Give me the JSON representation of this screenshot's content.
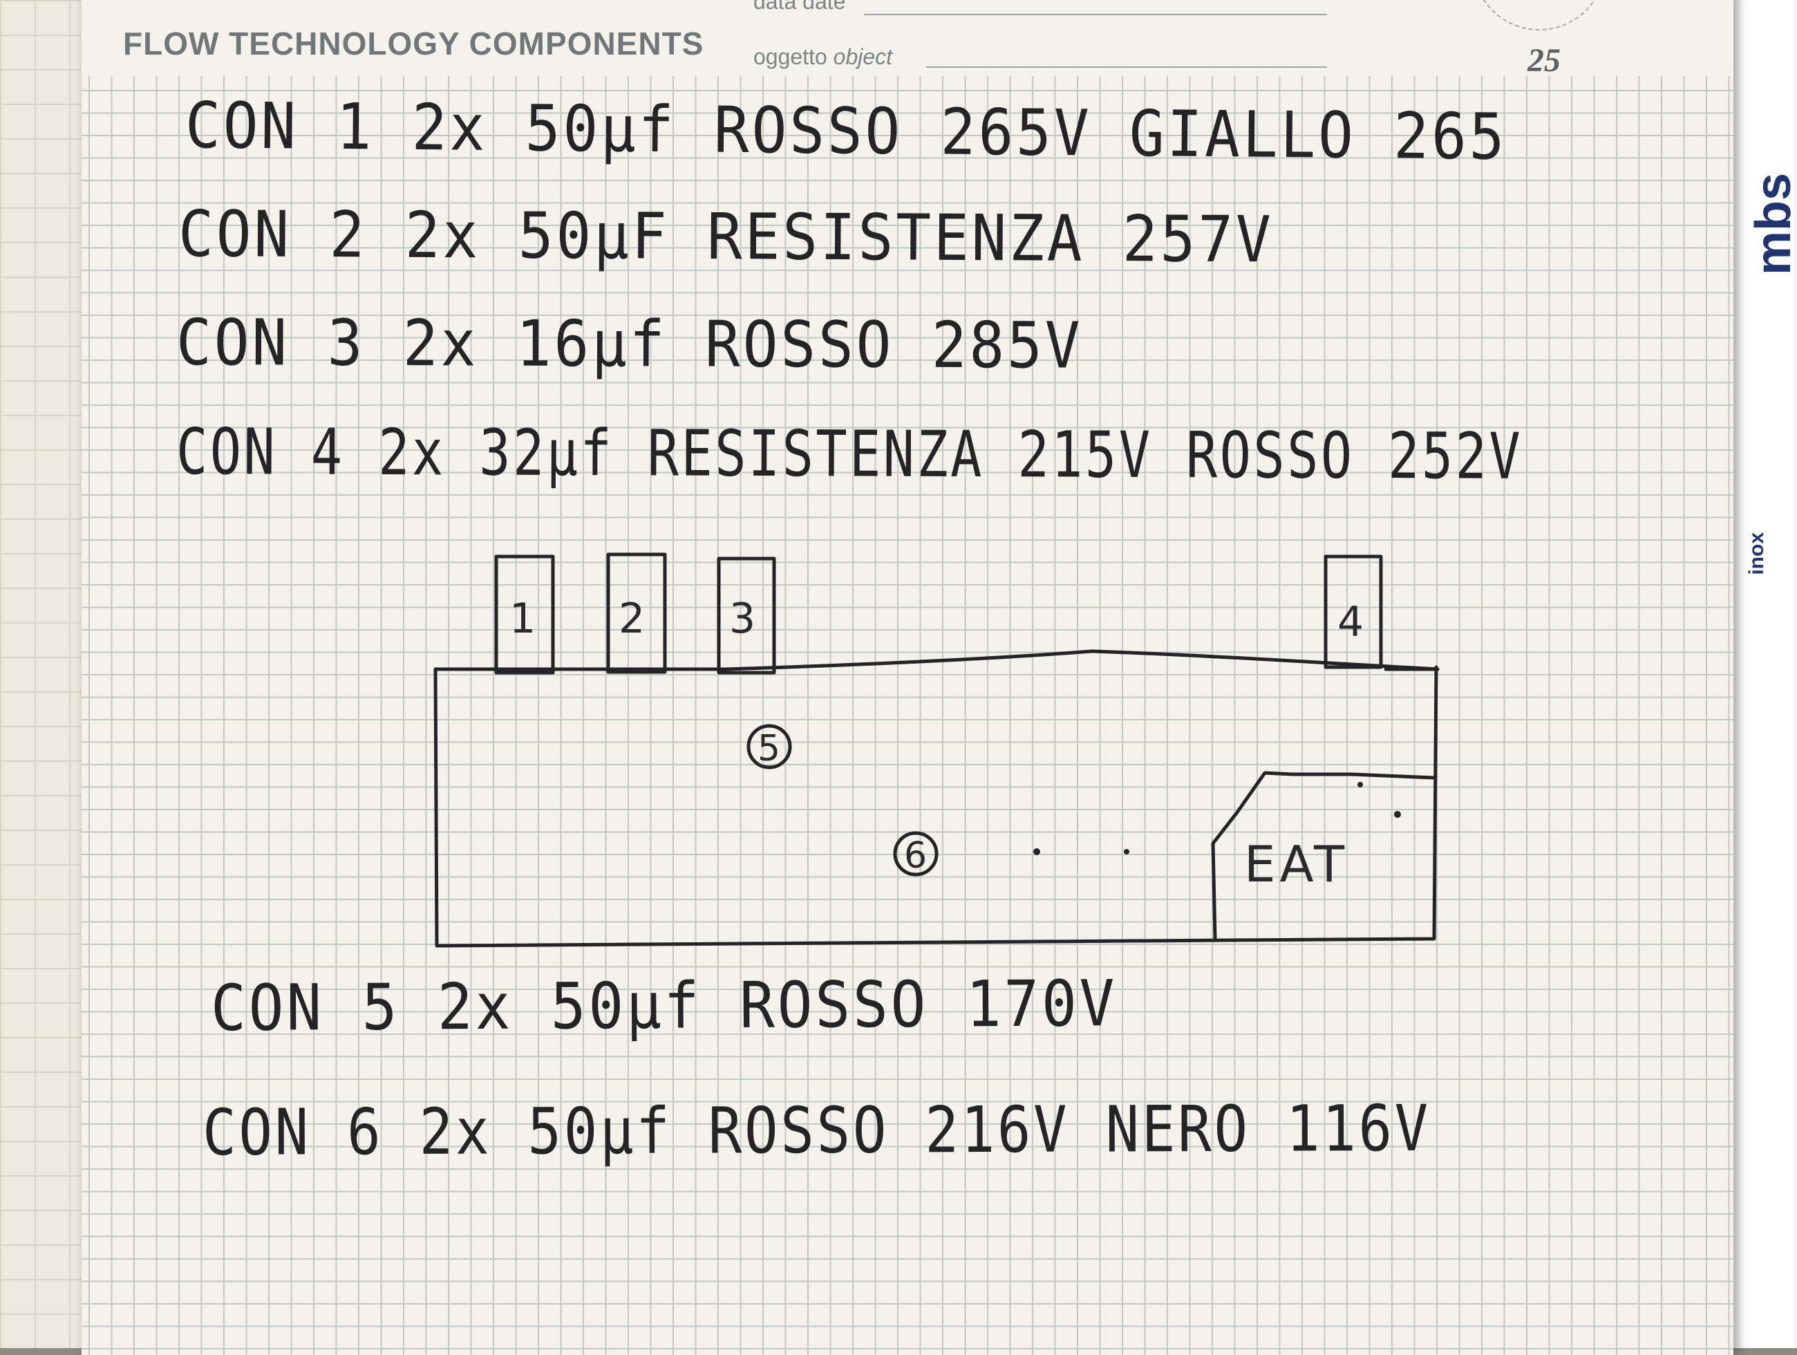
{
  "header": {
    "company": "FLOW TECHNOLOGY COMPONENTS",
    "date_label": "data date",
    "object_label_it": "oggetto",
    "object_label_en": "object",
    "logo_text": "25"
  },
  "brochure": {
    "brand": "mbs",
    "secondary": "inox"
  },
  "notes_top": [
    "CON 1  2x 50µf  ROSSO 265V  GIALLO 265",
    "CON 2  2x 50µF  RESISTENZA  257V",
    "CON 3  2x 16µf  ROSSO  285V",
    "CON 4  2x 32µf  RESISTENZA 215V  ROSSO 252V"
  ],
  "notes_bottom": [
    "CON 5  2x 50µf  ROSSO  170V",
    "CON 6  2x 50µf  ROSSO  216V  NERO 116V"
  ],
  "diagram": {
    "tabs": [
      "1",
      "2",
      "3",
      "4"
    ],
    "circles": [
      "5",
      "6"
    ],
    "box_label": "EAT"
  },
  "colors": {
    "ink": "#242326",
    "paper": "#f4f2ea",
    "grid": "#c3c8c6",
    "header_text": "#6f777b"
  }
}
